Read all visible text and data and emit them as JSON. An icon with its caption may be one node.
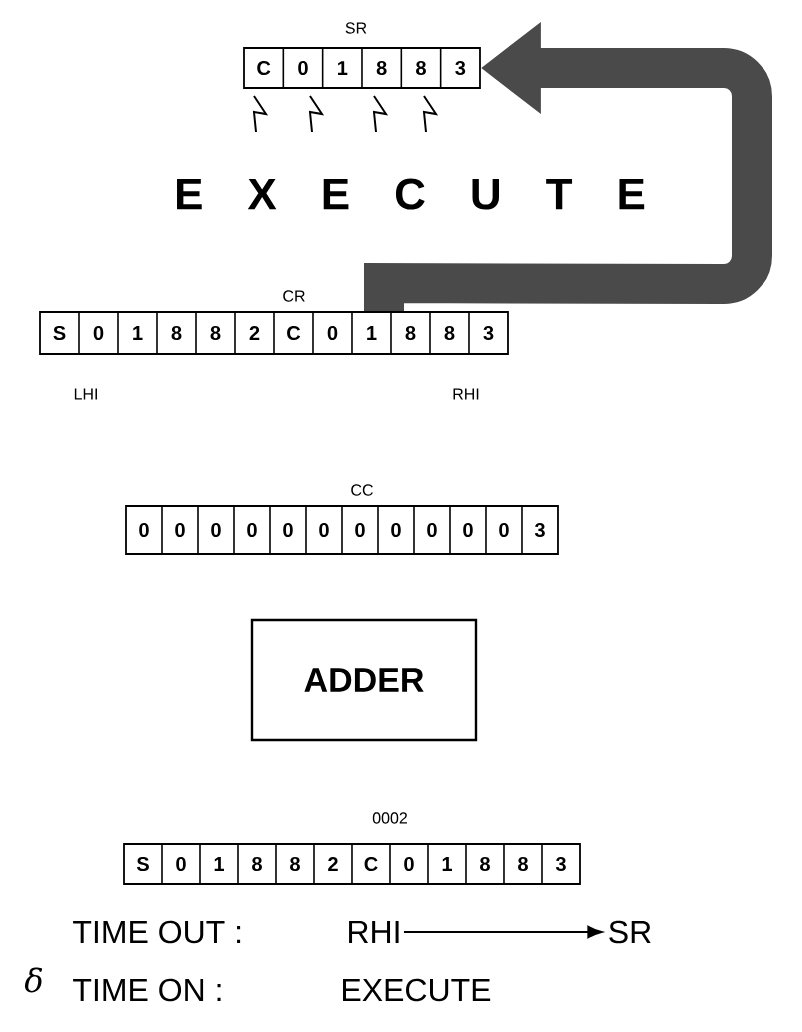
{
  "diagram": {
    "nodes": [
      {
        "text": [
          "C",
          "0",
          "1",
          "8",
          "8",
          "3"
        ],
        "beside": [
          "SR"
        ]
      },
      {
        "text": [
          "S",
          "0",
          "1",
          "8",
          "8",
          "2",
          "C",
          "0",
          "1",
          "8",
          "8",
          "3"
        ],
        "beside": [
          "CR",
          "LHI",
          "RHI"
        ]
      },
      {
        "text": [
          "0",
          "0",
          "0",
          "0",
          "0",
          "0",
          "0",
          "0",
          "0",
          "0",
          "0",
          "3"
        ],
        "beside": [
          "CC"
        ]
      },
      {
        "text": [
          "ADDER"
        ]
      },
      {
        "text": [
          "S",
          "0",
          "1",
          "8",
          "8",
          "2",
          "C",
          "0",
          "1",
          "8",
          "8",
          "3"
        ],
        "beside": [
          "0002"
        ]
      },
      {
        "text": [
          "RHI"
        ]
      },
      {
        "text": [
          "SR"
        ]
      }
    ],
    "edges": [
      {
        "from": 1,
        "to": 0,
        "arrow": "to",
        "style": "thick",
        "color": "#4a4a4a"
      },
      {
        "from": 5,
        "to": 6,
        "arrow": "to"
      }
    ],
    "labels": [
      "E X E C U T E",
      "δ",
      "TIME OUT :",
      "TIME ON :",
      "EXECUTE"
    ]
  }
}
